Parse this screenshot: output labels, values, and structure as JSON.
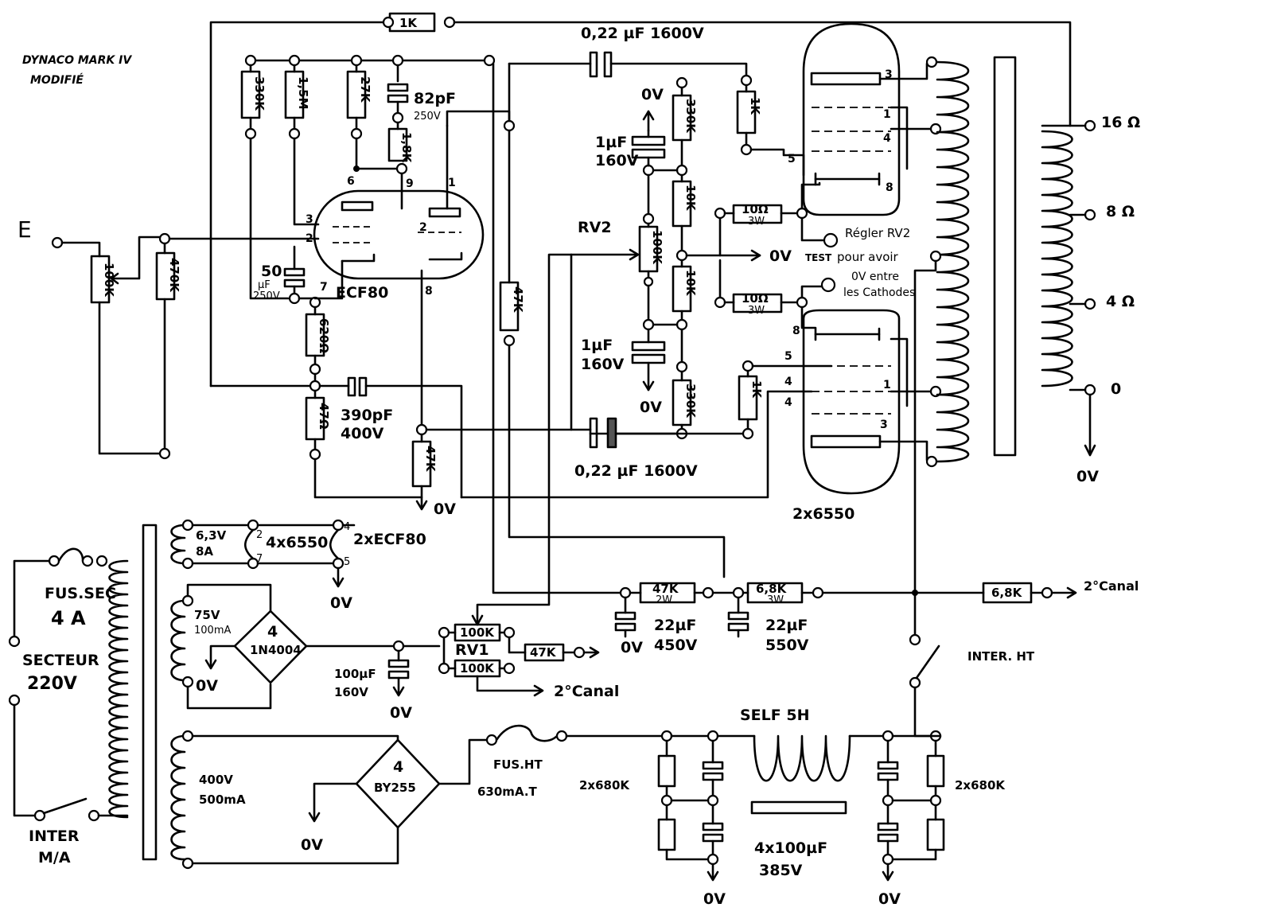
{
  "title": [
    "DYNACO MARK IV",
    "MODIFIÉ"
  ],
  "input_label": "E",
  "preamp": {
    "tube": "ECF80",
    "pins": [
      "6",
      "9",
      "1",
      "3",
      "2",
      "7",
      "8",
      "2"
    ],
    "resistors": [
      "330K",
      "1,5M",
      "27K",
      "1,8K",
      "100K",
      "470K",
      "620Ω",
      "47Ω",
      "47K",
      "47K"
    ],
    "caps": [
      "82pF",
      "250V",
      "50",
      "µF",
      "250V",
      "390pF",
      "400V"
    ]
  },
  "feedback_resistor": "1K",
  "driver": {
    "caps": [
      "0,22 µF 1600V",
      "0,22 µF 1600V",
      "1µF",
      "160V",
      "1µF",
      "160V"
    ],
    "resistors": [
      "330K",
      "10K",
      "100K",
      "10K",
      "330K",
      "1K",
      "1K"
    ],
    "trimmer": "RV2",
    "bias_resistors": [
      "10Ω",
      "3W",
      "10Ω",
      "3W"
    ],
    "note": [
      "Régler RV2",
      "TEST",
      "pour avoir",
      "0V entre",
      "les Cathodes"
    ],
    "ground": [
      "0V",
      "0V",
      "0V",
      "0V"
    ]
  },
  "output": {
    "tubes": "2x6550",
    "tube_pins_top": [
      "3",
      "1",
      "4",
      "8",
      "5"
    ],
    "tube_pins_bottom": [
      "8",
      "5",
      "4",
      "4",
      "1",
      "3"
    ],
    "taps": [
      "16 Ω",
      "8 Ω",
      "4 Ω",
      "0"
    ],
    "ground": "0V"
  },
  "heater": {
    "winding": [
      "6,3V",
      "8A"
    ],
    "loads": [
      "4x6550",
      "2xECF80"
    ],
    "pins": [
      "2",
      "7",
      "4",
      "5"
    ],
    "ground": "0V"
  },
  "mains": {
    "fuse": [
      "FUS.SEC",
      "4 A"
    ],
    "supply": [
      "SECTEUR",
      "220V"
    ],
    "switch": [
      "INTER",
      "M/A"
    ]
  },
  "bias_supply": {
    "winding": [
      "75V",
      "100mA"
    ],
    "bridge": [
      "4",
      "1N4004"
    ],
    "cap": [
      "100µF",
      "160V"
    ],
    "trimmer": [
      "100K",
      "RV1",
      "100K"
    ],
    "resistor": "47K",
    "to_channel": "2°Canal",
    "ground": [
      "0V",
      "0V",
      "0V"
    ]
  },
  "hv_supply": {
    "winding": [
      "400V",
      "500mA"
    ],
    "bridge": [
      "4",
      "BY255"
    ],
    "fuse": [
      "FUS.HT",
      "630mA.T"
    ],
    "choke": "SELF 5H",
    "cap_bank": [
      "4x100µF",
      "385V"
    ],
    "bleeders": [
      "2x680K",
      "2x680K"
    ],
    "ground": [
      "0V",
      "0V",
      "0V"
    ]
  },
  "decoupling": {
    "resistors": [
      "47K",
      "2W",
      "6,8K",
      "3W",
      "6,8K"
    ],
    "caps": [
      "22µF",
      "450V",
      "22µF",
      "550V"
    ],
    "ground": [
      "0V"
    ],
    "to_channel": "2°Canal",
    "switch": "INTER. HT"
  }
}
